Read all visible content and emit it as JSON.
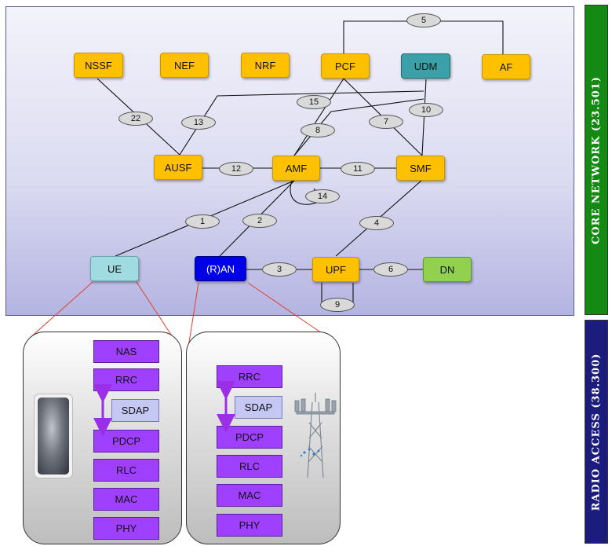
{
  "side_labels": {
    "core": "CORE NETWORK (23.501)",
    "ran": "RADIO ACCESS (38.300)"
  },
  "network_functions": {
    "nssf": "NSSF",
    "nef": "NEF",
    "nrf": "NRF",
    "pcf": "PCF",
    "udm": "UDM",
    "af": "AF",
    "ausf": "AUSF",
    "amf": "AMF",
    "smf": "SMF",
    "ue": "UE",
    "ran": "(R)AN",
    "upf": "UPF",
    "dn": "DN"
  },
  "reference_points": {
    "n1": "1",
    "n2": "2",
    "n3": "3",
    "n4": "4",
    "n5": "5",
    "n6": "6",
    "n7": "7",
    "n8": "8",
    "n9": "9",
    "n10": "10",
    "n11": "11",
    "n12": "12",
    "n13": "13",
    "n14": "14",
    "n15": "15",
    "n22": "22"
  },
  "ue_stack": [
    "NAS",
    "RRC",
    "SDAP",
    "PDCP",
    "RLC",
    "MAC",
    "PHY"
  ],
  "ran_stack": [
    "RRC",
    "SDAP",
    "PDCP",
    "RLC",
    "MAC",
    "PHY"
  ],
  "colors": {
    "nf_yellow": "#ffc000",
    "udm_teal": "#3ba0a8",
    "ue_lightblue": "#9fdbe0",
    "ran_blue": "#0000e6",
    "dn_green": "#92d050",
    "layer_purple": "#a040ff",
    "sdap_lavender": "#c6c8f4",
    "core_bar": "#148a14",
    "ran_bar": "#1c1c7c",
    "arrow_purple": "#9a2fe6",
    "callout_red": "#e0402a"
  },
  "icons": {
    "ue_device": "smartphone-icon",
    "ran_site": "cell-tower-icon"
  }
}
